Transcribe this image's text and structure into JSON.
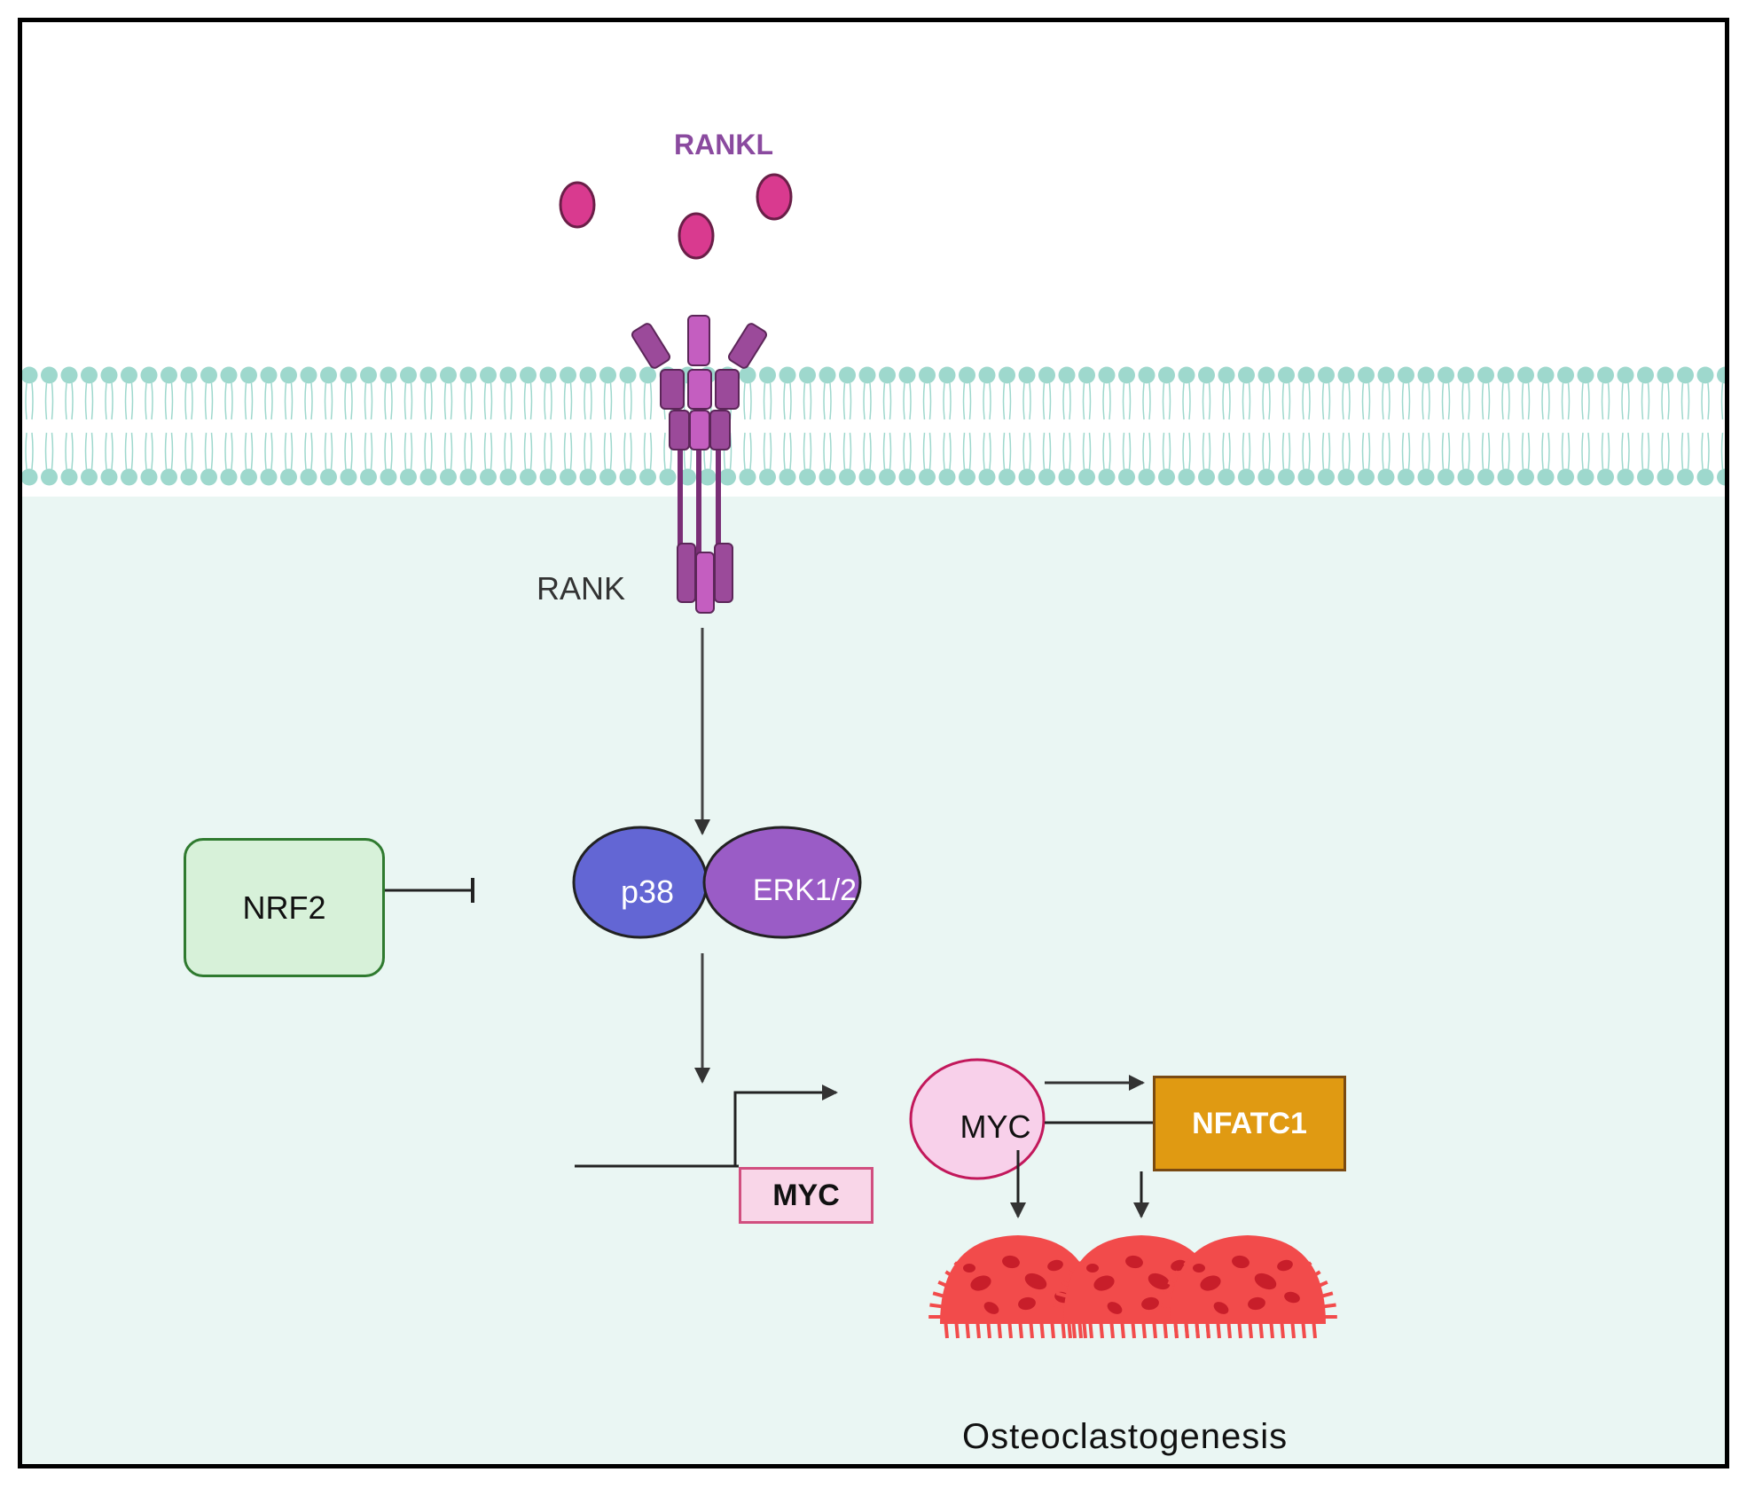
{
  "ligand": {
    "label": "RANKL"
  },
  "receptor": {
    "label": "RANK"
  },
  "inhibitor": {
    "label": "NRF2"
  },
  "kinases": {
    "p38": "p38",
    "erk": "ERK1/2"
  },
  "gene": {
    "label": "MYC"
  },
  "protein": {
    "label": "MYC"
  },
  "transcription_factor": {
    "label": "NFATC1"
  },
  "outcome": {
    "label": "Osteoclastogenesis"
  },
  "colors": {
    "membrane": "#9ed8cd",
    "cytoplasm": "#eaf6f3",
    "ligand": "#d93a8f",
    "receptor": "#9b4a9a",
    "receptor_center": "#c45ec0",
    "p38": "#6366d4",
    "erk": "#9a5cc6",
    "nrf2": "#d7f1d9",
    "myc_gene": "#f9d6e8",
    "myc_protein": "#f8d0ea",
    "nfatc1": "#e09a12",
    "osteoclast": "#f24b4b"
  }
}
